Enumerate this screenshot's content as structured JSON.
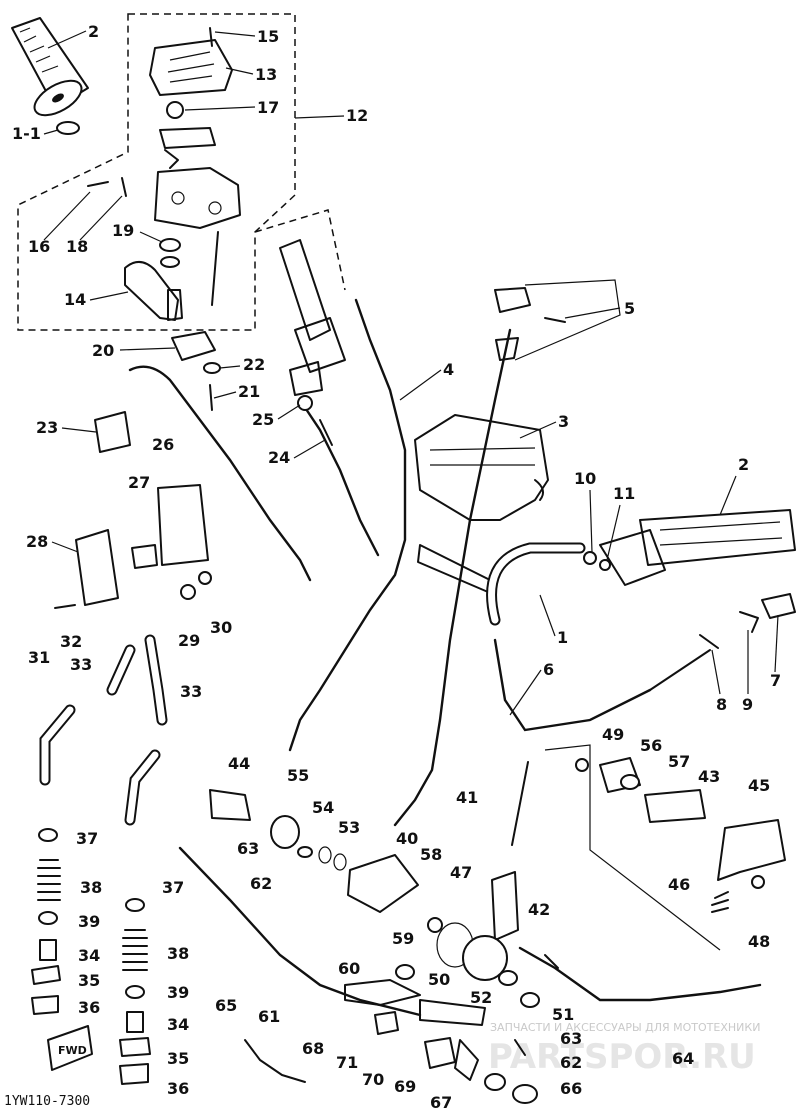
{
  "diagram": {
    "code": "1YW110-7300",
    "fwd_label": "FWD",
    "watermark_small": "ЗАПЧАСТИ И АКСЕССУАРЫ ДЛЯ МОТОТЕХНИКИ",
    "watermark_large": "PARTSPOR.RU"
  },
  "callouts": [
    {
      "id": "c2a",
      "text": "2"
    },
    {
      "id": "c15",
      "text": "15"
    },
    {
      "id": "c13",
      "text": "13"
    },
    {
      "id": "c17",
      "text": "17"
    },
    {
      "id": "c12",
      "text": "12"
    },
    {
      "id": "c11a",
      "text": "1-1"
    },
    {
      "id": "c16",
      "text": "16"
    },
    {
      "id": "c18",
      "text": "18"
    },
    {
      "id": "c19",
      "text": "19"
    },
    {
      "id": "c14",
      "text": "14"
    },
    {
      "id": "c20",
      "text": "20"
    },
    {
      "id": "c22",
      "text": "22"
    },
    {
      "id": "c21",
      "text": "21"
    },
    {
      "id": "c5",
      "text": "5"
    },
    {
      "id": "c4",
      "text": "4"
    },
    {
      "id": "c25",
      "text": "25"
    },
    {
      "id": "c23",
      "text": "23"
    },
    {
      "id": "c3",
      "text": "3"
    },
    {
      "id": "c24",
      "text": "24"
    },
    {
      "id": "c26",
      "text": "26"
    },
    {
      "id": "c27",
      "text": "27"
    },
    {
      "id": "c2b",
      "text": "2"
    },
    {
      "id": "c10",
      "text": "10"
    },
    {
      "id": "c11",
      "text": "11"
    },
    {
      "id": "c28",
      "text": "28"
    },
    {
      "id": "c1",
      "text": "1"
    },
    {
      "id": "c31",
      "text": "31"
    },
    {
      "id": "c32",
      "text": "32"
    },
    {
      "id": "c29",
      "text": "29"
    },
    {
      "id": "c30",
      "text": "30"
    },
    {
      "id": "c33a",
      "text": "33"
    },
    {
      "id": "c33b",
      "text": "33"
    },
    {
      "id": "c6",
      "text": "6"
    },
    {
      "id": "c8",
      "text": "8"
    },
    {
      "id": "c9",
      "text": "9"
    },
    {
      "id": "c7",
      "text": "7"
    },
    {
      "id": "c49",
      "text": "49"
    },
    {
      "id": "c56",
      "text": "56"
    },
    {
      "id": "c57",
      "text": "57"
    },
    {
      "id": "c43",
      "text": "43"
    },
    {
      "id": "c45",
      "text": "45"
    },
    {
      "id": "c44",
      "text": "44"
    },
    {
      "id": "c55",
      "text": "55"
    },
    {
      "id": "c41",
      "text": "41"
    },
    {
      "id": "c54",
      "text": "54"
    },
    {
      "id": "c53",
      "text": "53"
    },
    {
      "id": "c40",
      "text": "40"
    },
    {
      "id": "c37a",
      "text": "37"
    },
    {
      "id": "c63a",
      "text": "63"
    },
    {
      "id": "c58",
      "text": "58"
    },
    {
      "id": "c47",
      "text": "47"
    },
    {
      "id": "c62a",
      "text": "62"
    },
    {
      "id": "c42",
      "text": "42"
    },
    {
      "id": "c46",
      "text": "46"
    },
    {
      "id": "c38a",
      "text": "38"
    },
    {
      "id": "c37b",
      "text": "37"
    },
    {
      "id": "c59",
      "text": "59"
    },
    {
      "id": "c48",
      "text": "48"
    },
    {
      "id": "c39a",
      "text": "39"
    },
    {
      "id": "c38b",
      "text": "38"
    },
    {
      "id": "c34a",
      "text": "34"
    },
    {
      "id": "c60",
      "text": "60"
    },
    {
      "id": "c50",
      "text": "50"
    },
    {
      "id": "c35a",
      "text": "35"
    },
    {
      "id": "c39b",
      "text": "39"
    },
    {
      "id": "c52",
      "text": "52"
    },
    {
      "id": "c51",
      "text": "51"
    },
    {
      "id": "c36a",
      "text": "36"
    },
    {
      "id": "c65",
      "text": "65"
    },
    {
      "id": "c61",
      "text": "61"
    },
    {
      "id": "c34b",
      "text": "34"
    },
    {
      "id": "c63b",
      "text": "63"
    },
    {
      "id": "c68",
      "text": "68"
    },
    {
      "id": "c71",
      "text": "71"
    },
    {
      "id": "c62b",
      "text": "62"
    },
    {
      "id": "c64",
      "text": "64"
    },
    {
      "id": "c35b",
      "text": "35"
    },
    {
      "id": "c70",
      "text": "70"
    },
    {
      "id": "c69",
      "text": "69"
    },
    {
      "id": "c66",
      "text": "66"
    },
    {
      "id": "c36b",
      "text": "36"
    },
    {
      "id": "c67",
      "text": "67"
    }
  ]
}
